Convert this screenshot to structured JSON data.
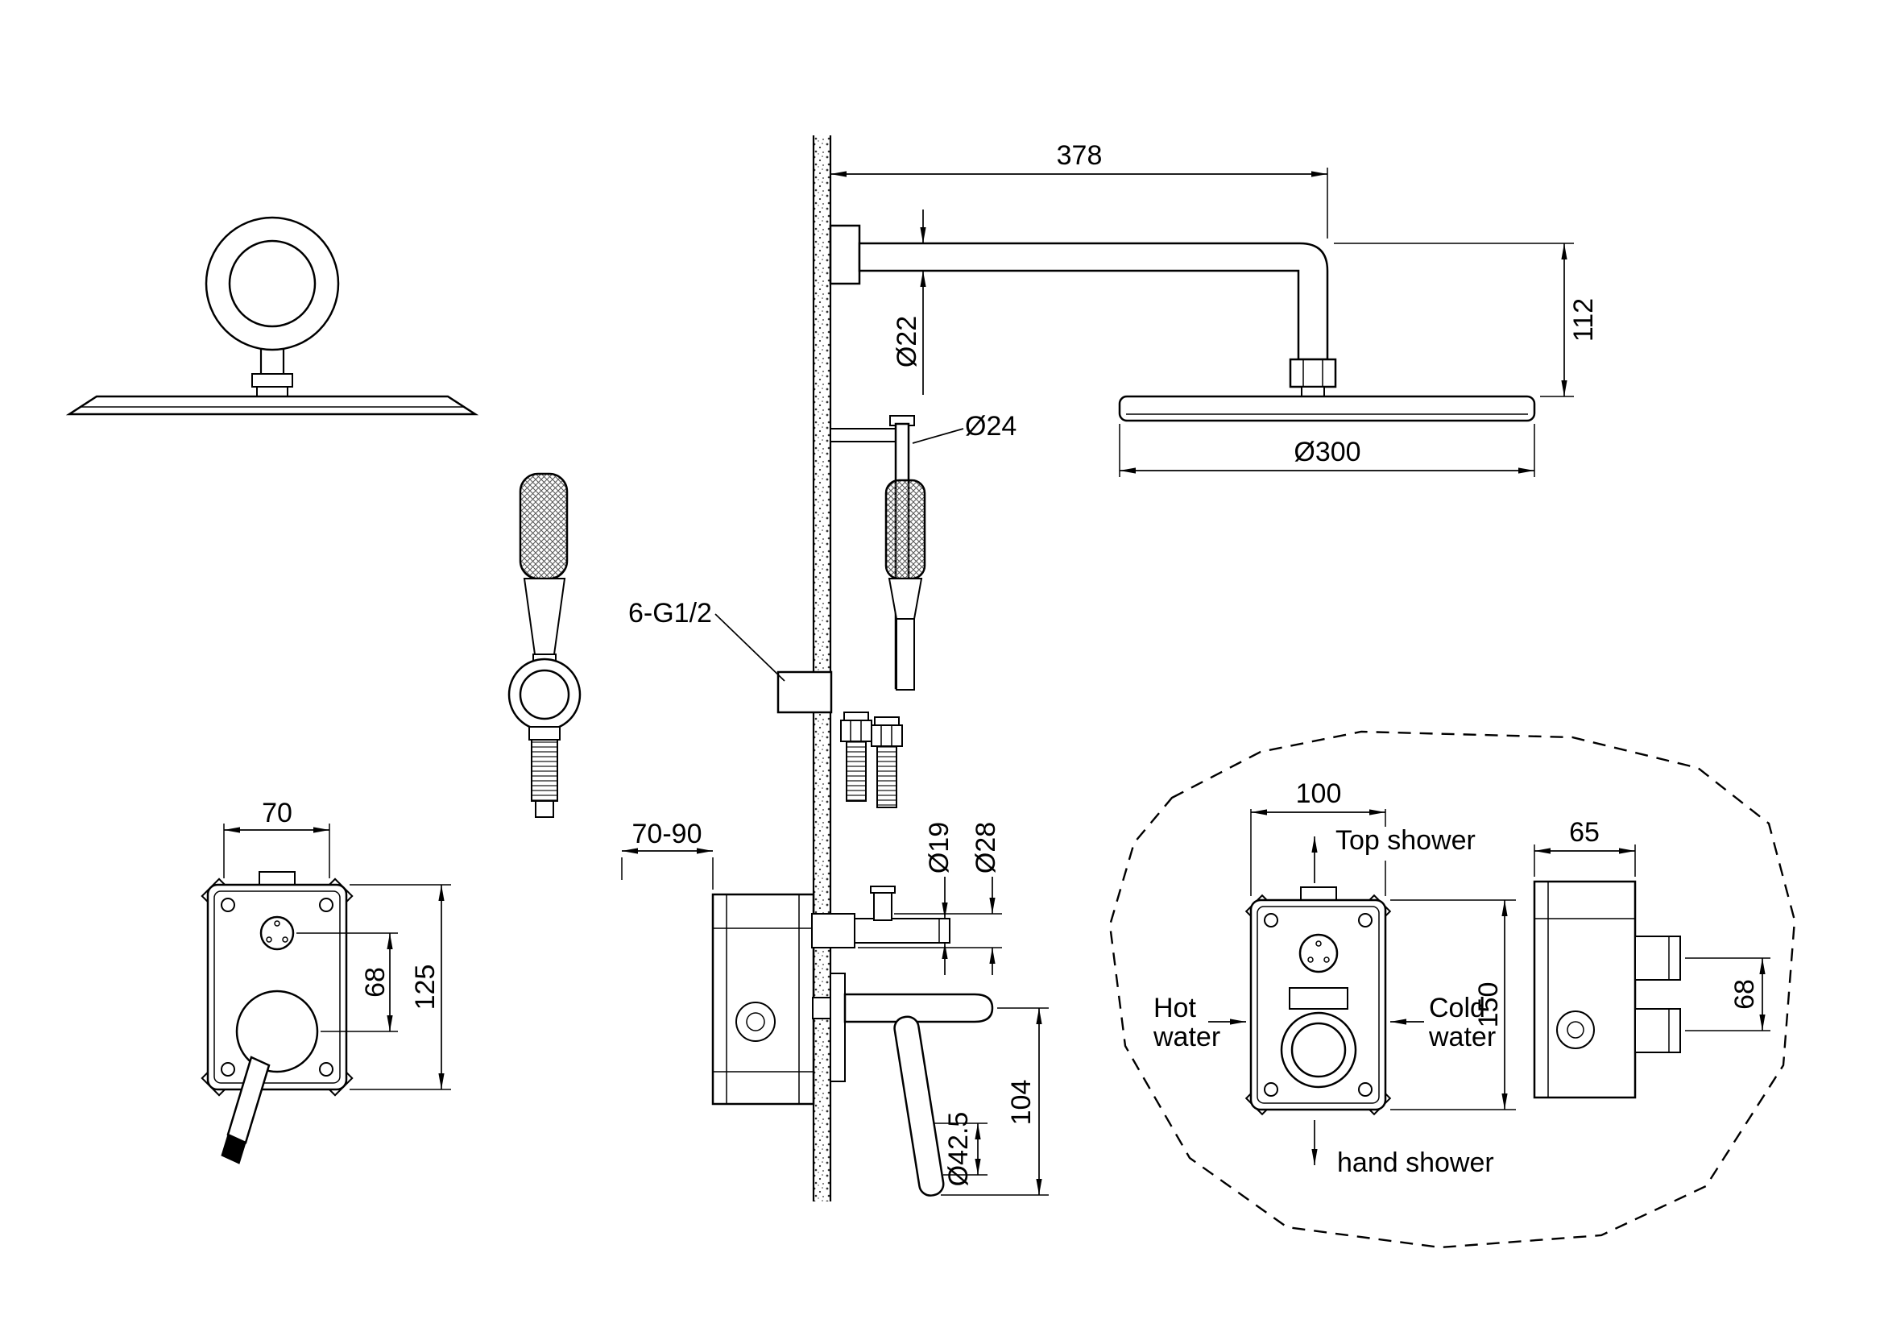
{
  "drawing": {
    "colors": {
      "line": "#000000",
      "background": "#ffffff"
    }
  },
  "main_view": {
    "dim_arm_length": "378",
    "dim_arm_diameter": "Ø22",
    "dim_head_drop": "112",
    "dim_head_diameter": "Ø300",
    "dim_slidebar_diameter": "Ø24",
    "callout_connections": "6-G1/2"
  },
  "mixer_views": {
    "dim_recess_depth": "70-90",
    "dim_stem_small": "Ø19",
    "dim_stem_large": "Ø28",
    "dim_handle_diameter": "Ø42.5",
    "dim_handle_length": "104",
    "dim_body_width": "70",
    "dim_circle_offset": "68",
    "dim_body_height": "125"
  },
  "detail_view": {
    "dim_width": "100",
    "dim_height": "150",
    "dim_depth": "65",
    "dim_port_spacing": "68",
    "label_top_shower": "Top shower",
    "hot_label_line1": "Hot",
    "hot_label_line2": "water",
    "cold_label_line1": "Cold",
    "cold_label_line2": "water",
    "label_hand_shower": "hand shower"
  }
}
